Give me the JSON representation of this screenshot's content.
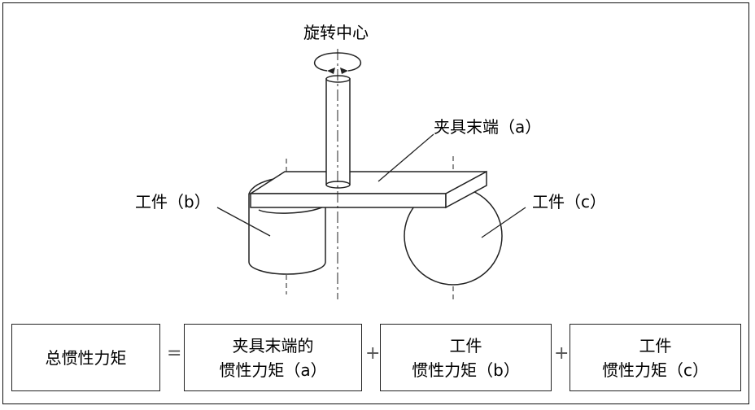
{
  "diagram": {
    "rotation_center_label": "旋转中心",
    "fixture_end_label": "夹具末端（a）",
    "workpiece_b_label": "工件（b）",
    "workpiece_c_label": "工件（c）"
  },
  "equation": {
    "total": "总惯性力矩",
    "equals": "=",
    "plus": "+",
    "term_a_line1": "夹具末端的",
    "term_a_line2": "惯性力矩（a）",
    "term_b_line1": "工件",
    "term_b_line2": "惯性力矩（b）",
    "term_c_line1": "工件",
    "term_c_line2": "惯性力矩（c）"
  }
}
